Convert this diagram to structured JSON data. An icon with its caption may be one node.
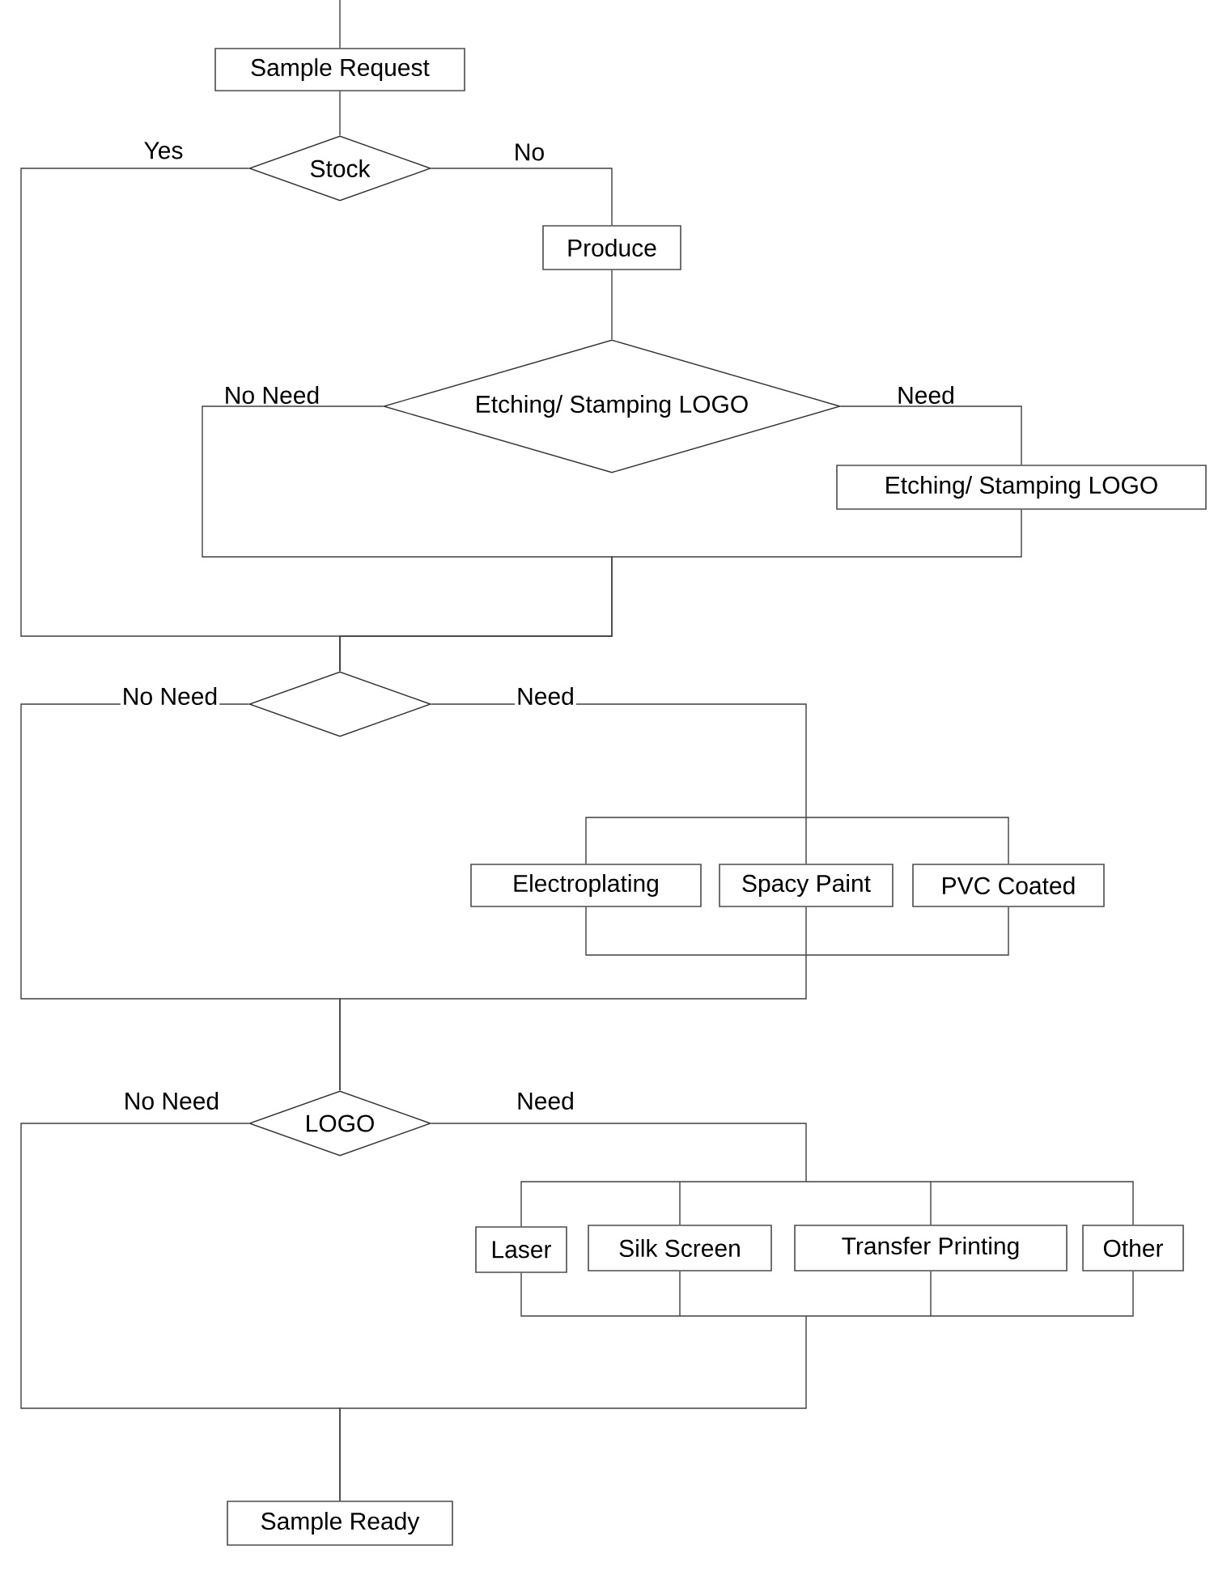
{
  "diagram": {
    "nodes": [
      {
        "text": [
          "Sample Request"
        ]
      },
      {
        "text": [
          "Stock"
        ]
      },
      {
        "text": [
          "Produce"
        ]
      },
      {
        "text": [
          "Etching/ Stamping LOGO"
        ]
      },
      {
        "text": [
          "Etching/ Stamping LOGO"
        ]
      },
      {
        "text": [],
        "shape": "diamond"
      },
      {
        "text": [
          "Electroplating"
        ]
      },
      {
        "text": [
          "Spacy Paint"
        ]
      },
      {
        "text": [
          "PVC Coated"
        ]
      },
      {
        "text": [
          "LOGO"
        ]
      },
      {
        "text": [
          "Laser"
        ]
      },
      {
        "text": [
          "Silk Screen"
        ]
      },
      {
        "text": [
          "Transfer Printing"
        ]
      },
      {
        "text": [
          "Other"
        ]
      },
      {
        "text": [
          "Sample Ready"
        ]
      }
    ],
    "edges": [
      {
        "from": null,
        "to": 0,
        "arrow": "none"
      },
      {
        "from": 0,
        "to": 1,
        "arrow": "none"
      },
      {
        "from": 1,
        "to": 2,
        "arrow": "none",
        "label": "No"
      },
      {
        "from": 1,
        "to": 5,
        "arrow": "none",
        "label": "Yes"
      },
      {
        "from": 2,
        "to": 3,
        "arrow": "none"
      },
      {
        "from": 3,
        "to": 4,
        "arrow": "none",
        "label": "Need"
      },
      {
        "from": 3,
        "to": 5,
        "arrow": "none",
        "label": "No Need"
      },
      {
        "from": 4,
        "to": 5,
        "arrow": "none"
      },
      {
        "from": 5,
        "to": 6,
        "arrow": "none",
        "label": "Need"
      },
      {
        "from": 5,
        "to": 7,
        "arrow": "none"
      },
      {
        "from": 5,
        "to": 8,
        "arrow": "none"
      },
      {
        "from": 5,
        "to": 9,
        "arrow": "none",
        "label": "No Need"
      },
      {
        "from": 6,
        "to": 9,
        "arrow": "none"
      },
      {
        "from": 7,
        "to": 9,
        "arrow": "none"
      },
      {
        "from": 8,
        "to": 9,
        "arrow": "none"
      },
      {
        "from": 9,
        "to": 10,
        "arrow": "none",
        "label": "Need"
      },
      {
        "from": 9,
        "to": 11,
        "arrow": "none"
      },
      {
        "from": 9,
        "to": 12,
        "arrow": "none"
      },
      {
        "from": 9,
        "to": 13,
        "arrow": "none"
      },
      {
        "from": 9,
        "to": 14,
        "arrow": "none",
        "label": "No Need"
      },
      {
        "from": 10,
        "to": 14,
        "arrow": "none"
      },
      {
        "from": 11,
        "to": 14,
        "arrow": "none"
      },
      {
        "from": 12,
        "to": 14,
        "arrow": "none"
      },
      {
        "from": 13,
        "to": 14,
        "arrow": "none"
      }
    ]
  }
}
